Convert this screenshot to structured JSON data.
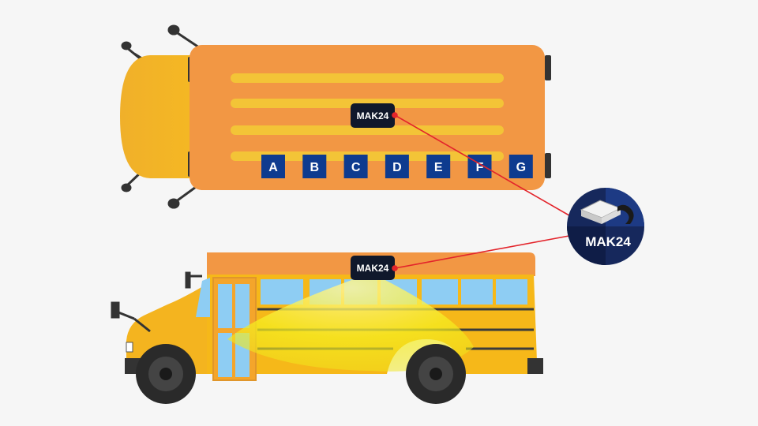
{
  "device": {
    "top_tag": "MAK24",
    "side_tag": "MAK24",
    "badge_label": "MAK24"
  },
  "seat_rows": [
    "A",
    "B",
    "C",
    "D",
    "E",
    "F",
    "G"
  ],
  "colors": {
    "background": "#f6f6f6",
    "bus_roof": "#f29744",
    "bus_hood": "#f3b52c",
    "bus_body": "#f6b819",
    "roof_stripe": "#f3c437",
    "seat_badge": "#0e3b8f",
    "device_tag": "#10182b",
    "badge_circle": "#16285c",
    "connector_line": "#e3242b",
    "window": "#8ecdf3",
    "coverage_cone": "#fff200"
  }
}
